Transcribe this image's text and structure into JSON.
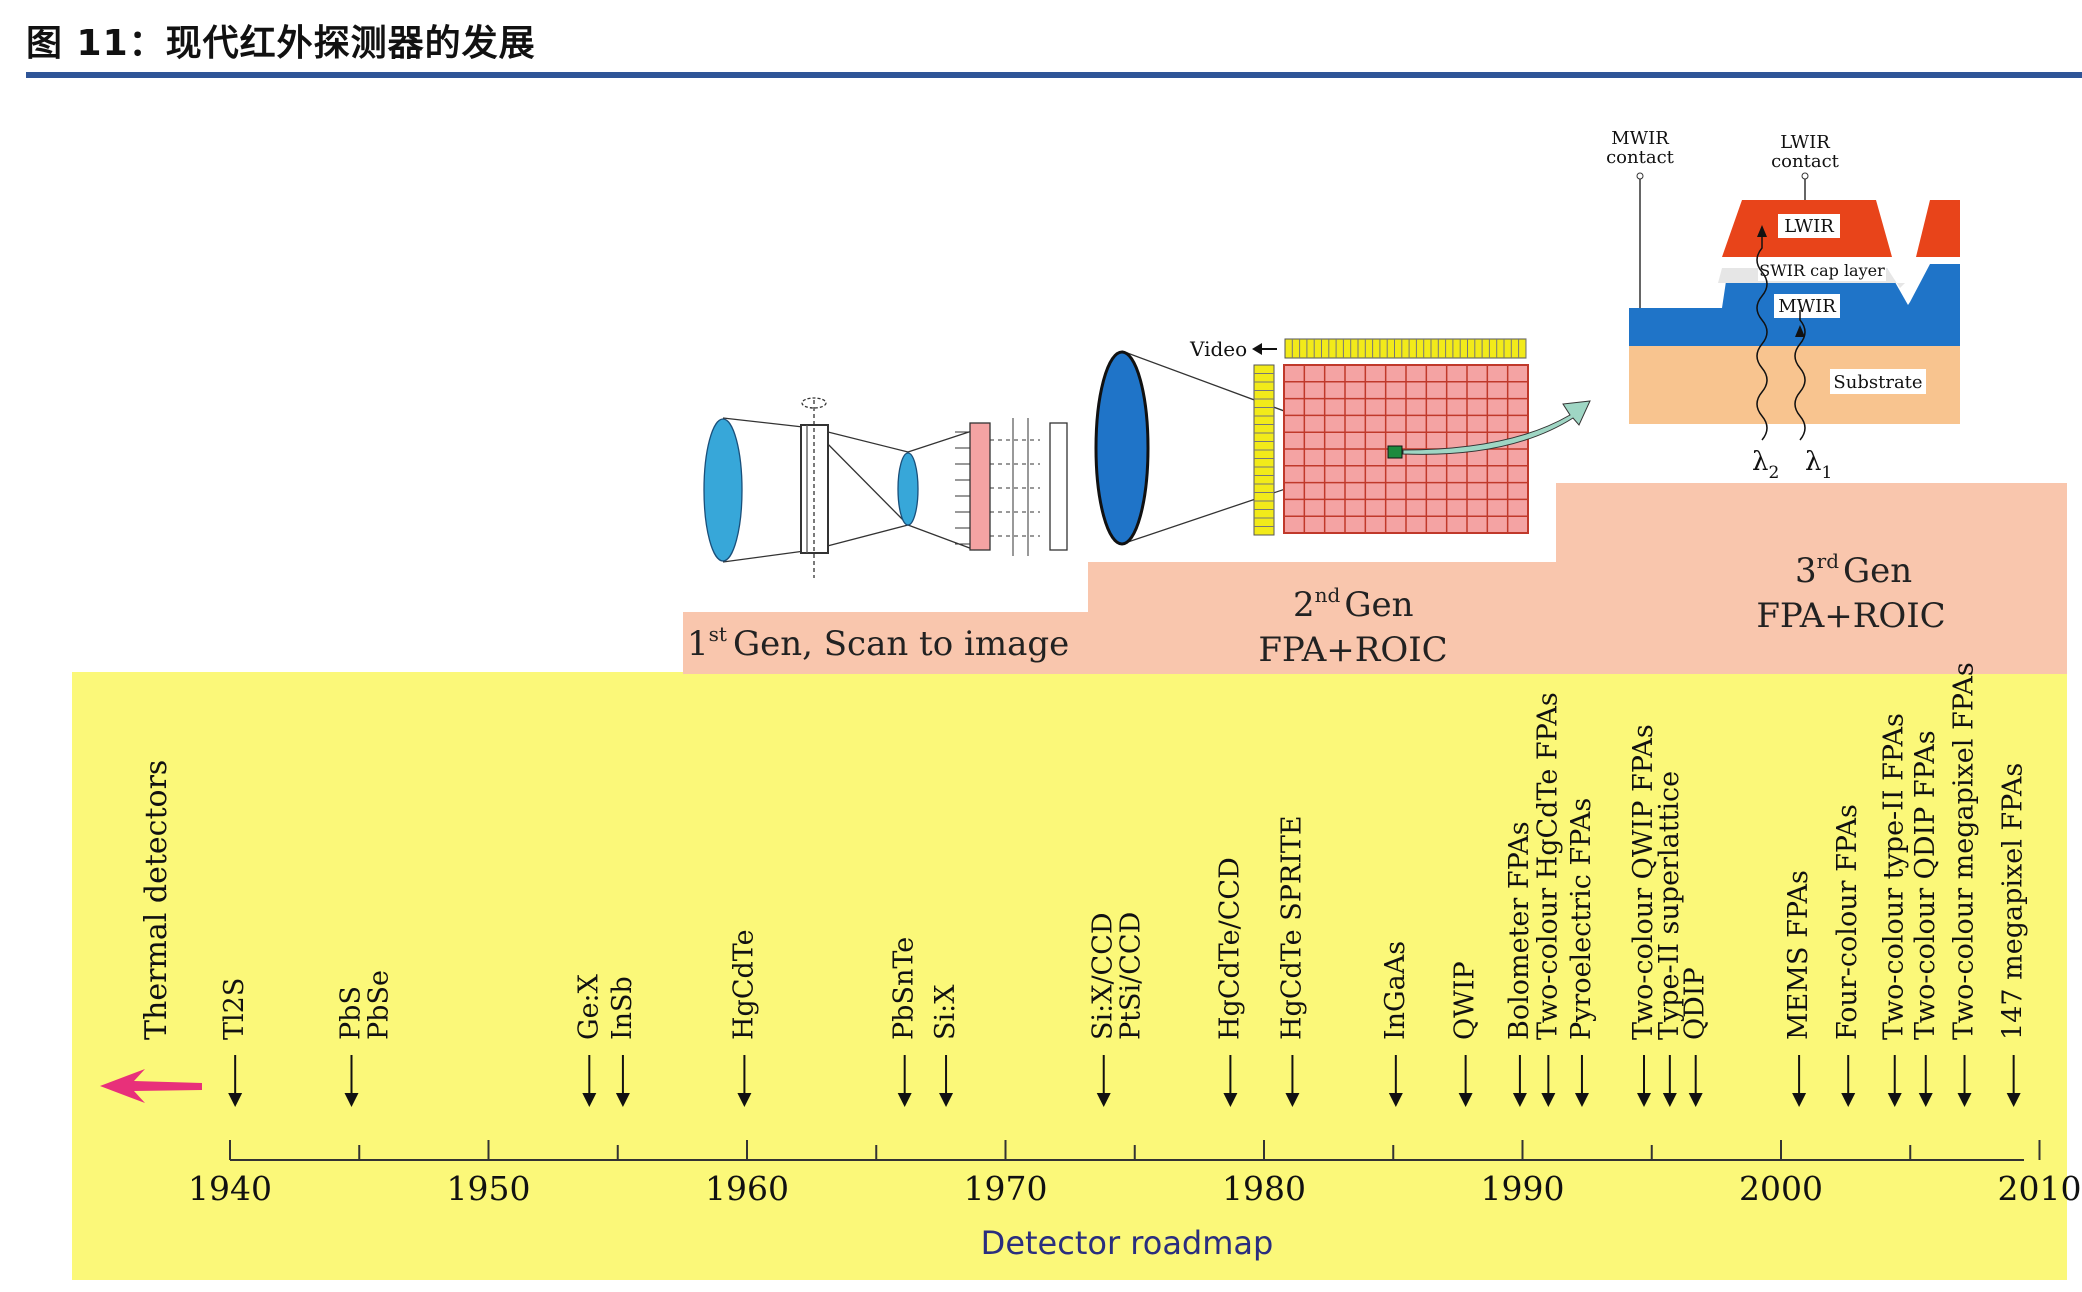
{
  "figure_title": "图 11：现代红外探测器的发展",
  "generations": [
    {
      "sup": "st",
      "lead": "1",
      "line1": "Gen, Scan to image",
      "line2": ""
    },
    {
      "sup": "nd",
      "lead": "2",
      "line1": "Gen",
      "line2": "FPA+ROIC"
    },
    {
      "sup": "rd",
      "lead": "3",
      "line1": "Gen",
      "line2": "FPA+ROIC"
    }
  ],
  "gen2_diagram": {
    "video_label": "Video"
  },
  "gen3_diagram": {
    "mwir_contact": [
      "MWIR",
      "contact"
    ],
    "lwir_contact": [
      "LWIR",
      "contact"
    ],
    "layers": [
      "LWIR",
      "SWIR cap layer",
      "MWIR",
      "Substrate"
    ],
    "lambda2": "λ",
    "lambda2_sub": "2",
    "lambda1": "λ",
    "lambda1_sub": "1"
  },
  "timeline": {
    "thermal_label": "Thermal detectors",
    "axis_label": "Detector roadmap",
    "years": [
      "1940",
      "1950",
      "1960",
      "1970",
      "1980",
      "1990",
      "2000",
      "2010"
    ],
    "events": [
      {
        "label": "Tl2S",
        "year": 1940.2
      },
      {
        "label": "PbS",
        "year": 1944.7
      },
      {
        "label": "PbSe",
        "year": 1944.7
      },
      {
        "label": "Ge:X",
        "year": 1953.9
      },
      {
        "label": "InSb",
        "year": 1955.2
      },
      {
        "label": "HgCdTe",
        "year": 1959.9
      },
      {
        "label": "PbSnTe",
        "year": 1966.1
      },
      {
        "label": "Si:X",
        "year": 1967.7
      },
      {
        "label": "Si:X/CCD",
        "year": 1973.8
      },
      {
        "label": "PtSi/CCD",
        "year": 1973.8
      },
      {
        "label": "HgCdTe/CCD",
        "year": 1978.7
      },
      {
        "label": "HgCdTe SPRITE",
        "year": 1981.1
      },
      {
        "label": "InGaAs",
        "year": 1985.1
      },
      {
        "label": "QWIP",
        "year": 1987.8
      },
      {
        "label": "Bolometer FPAs",
        "year": 1989.9
      },
      {
        "label": "Two-colour HgCdTe FPAs",
        "year": 1991
      },
      {
        "label": "Pyroelectric FPAs",
        "year": 1992.3
      },
      {
        "label": "Two-colour QWIP FPAs",
        "year": 1994.7
      },
      {
        "label": "Type-II superlattice",
        "year": 1995.7
      },
      {
        "label": "QDIP",
        "year": 1996.7
      },
      {
        "label": "MEMS FPAs",
        "year": 2000.7
      },
      {
        "label": "Four-colour FPAs",
        "year": 2002.6
      },
      {
        "label": "Two-colour type-II FPAs",
        "year": 2004.4
      },
      {
        "label": "Two-colour QDIP FPAs",
        "year": 2005.6
      },
      {
        "label": "Two-colour megapixel FPAs",
        "year": 2007.1
      },
      {
        "label": "147 megapixel FPAs",
        "year": 2009
      }
    ]
  },
  "colors": {
    "title_rule": "#2f5597",
    "timeline_bg": "#fbf879",
    "gen_band": "#f9c6ad",
    "lens": "#37a7d9",
    "focal_plane": "#f4a3a3",
    "readout": "#f2ea1a",
    "lwir_layer": "#e8441a",
    "mwir_layer": "#1f74c8",
    "substrate": "#f8c48f",
    "thermal_arrow": "#e8307a",
    "axis_label": "#2a2e7e"
  }
}
